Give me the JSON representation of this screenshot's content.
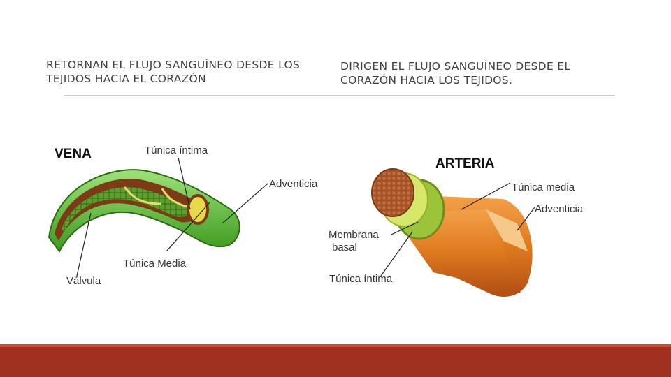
{
  "captions": {
    "left": "RETORNAN EL FLUJO SANGUÍNEO DESDE LOS TEJIDOS HACIA EL CORAZÓN",
    "right": "DIRIGEN EL FLUJO SANGUÍNEO DESDE EL CORAZÓN HACIA LOS TEJIDOS."
  },
  "vein": {
    "title": "VENA",
    "labels": {
      "tunica_intima": "Túnica íntima",
      "adventicia": "Adventicia",
      "tunica_media": "Túnica Media",
      "valvula": "Válvula"
    }
  },
  "artery": {
    "title": "ARTERIA",
    "labels": {
      "tunica_media": "Túnica media",
      "adventicia": "Adventicia",
      "membrana_line1": "Membrana",
      "membrana_line2": "basal",
      "tunica_intima": "Túnica íntima"
    }
  },
  "colors": {
    "footer": "#a0301f",
    "vein_green": "#4fae2a",
    "vein_light": "#7ed957",
    "artery_orange": "#d9731d",
    "artery_core": "#a8502a"
  }
}
